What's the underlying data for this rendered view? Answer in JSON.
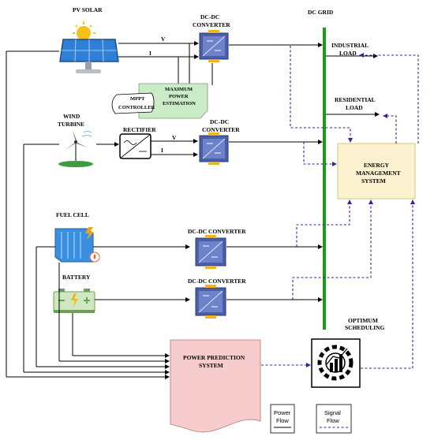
{
  "labels": {
    "pv_solar": "PV SOLAR",
    "dc_grid": "DC GRID",
    "dcdc_top_1": "DC-DC",
    "dcdc_top_2": "CONVERTER",
    "v1": "V",
    "i1": "I",
    "mppt_1": "MPPT",
    "mppt_2": "CONTROLLER",
    "mpe_1": "MAXIMUM",
    "mpe_2": "POWER",
    "mpe_3": "ESTIMATION",
    "industrial_1": "INDUSTRIAL",
    "industrial_2": "LOAD",
    "residential_1": "RESIDENTIAL",
    "residential_2": "LOAD",
    "wind_1": "WIND",
    "wind_2": "TURBINE",
    "rectifier": "RECTIFIER",
    "dcdc_mid_1": "DC-DC",
    "dcdc_mid_2": "CONVERTER",
    "v2": "V",
    "i2": "I",
    "ems_1": "ENERGY",
    "ems_2": "MANAGEMENT",
    "ems_3": "SYSTEM",
    "fuel_cell": "FUEL CELL",
    "dcdc_fc": "DC-DC CONVERTER",
    "battery": "BATTERY",
    "dcdc_bat": "DC-DC CONVERTER",
    "optimum_1": "OPTIMUM",
    "optimum_2": "SCHEDULING",
    "pps_1": "POWER PREDICTION",
    "pps_2": "SYSTEM",
    "legend_power_1": "Power",
    "legend_power_2": "Flow",
    "legend_signal_1": "Signal",
    "legend_signal_2": "Flow"
  },
  "colors": {
    "grid_bus": "#1a9e1a",
    "signal": "#4b1a9c",
    "converter_fill": "#4a5fa8",
    "ems_fill": "#fdf2cf",
    "mpe_fill": "#c9ecc6",
    "pps_fill": "#f7cccc"
  }
}
